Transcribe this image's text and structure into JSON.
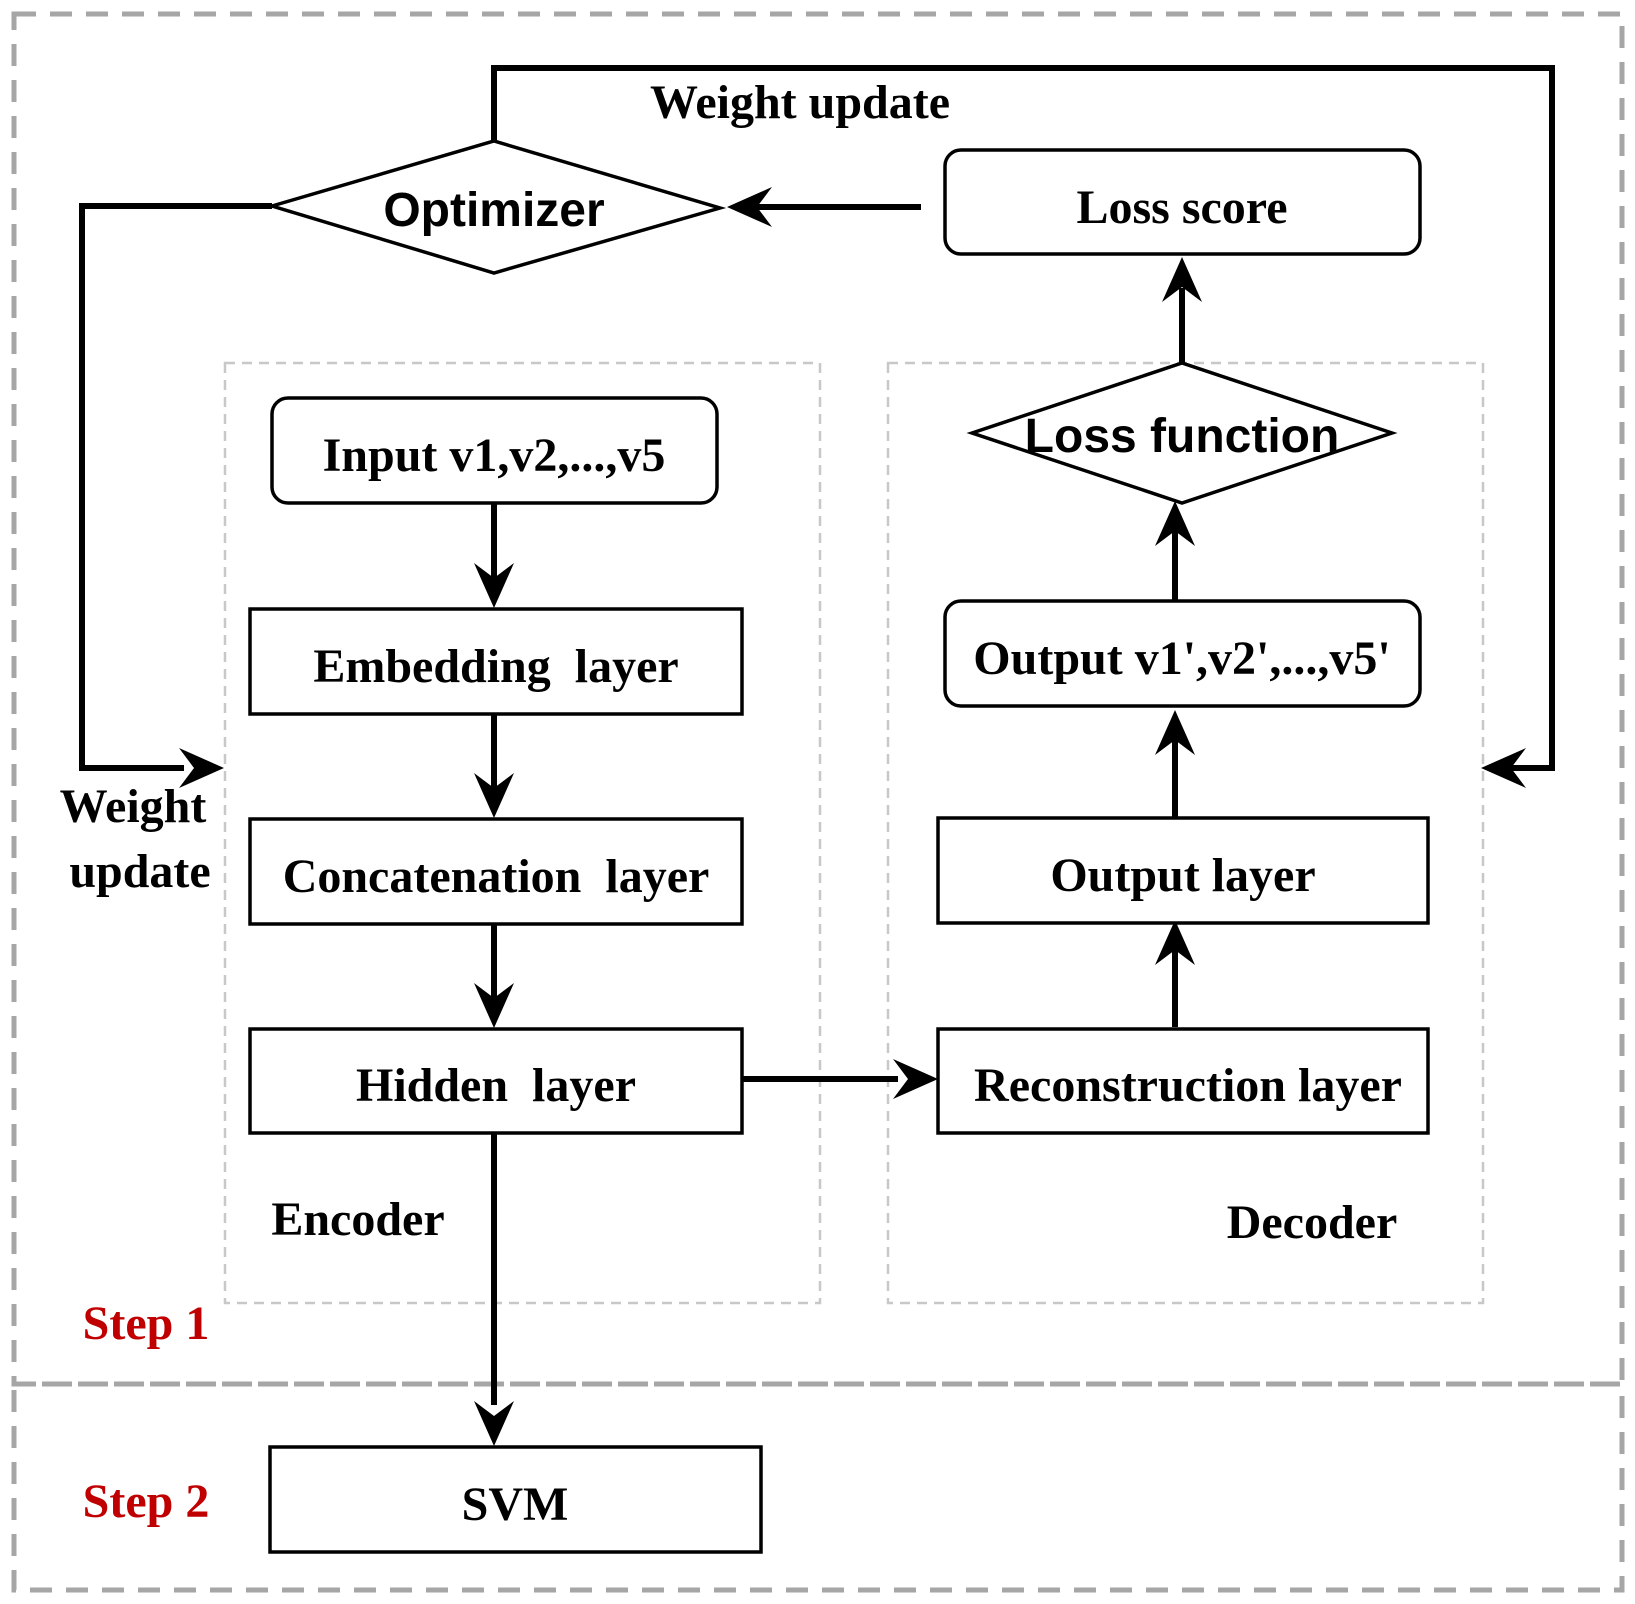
{
  "diagram": {
    "optimizer": "Optimizer",
    "loss_score": "Loss score",
    "loss_function": "Loss function",
    "weight_update_top": "Weight update",
    "weight_update_left_1": "Weight",
    "weight_update_left_2": "update",
    "input": "Input v1,v2,...,v5",
    "embedding_layer": "Embedding  layer",
    "concatenation_layer": "Concatenation  layer",
    "hidden_layer": "Hidden  layer",
    "output": "Output v1',v2',...,v5'",
    "output_layer": "Output layer",
    "reconstruction_layer": "Reconstruction layer",
    "encoder": "Encoder",
    "decoder": "Decoder",
    "step1": "Step 1",
    "step2": "Step 2",
    "svm": "SVM"
  },
  "colors": {
    "step_label": "#c00000",
    "stroke": "#000000",
    "outer_dash": "#a6a6a6",
    "inner_dash": "#c8c8c8"
  }
}
